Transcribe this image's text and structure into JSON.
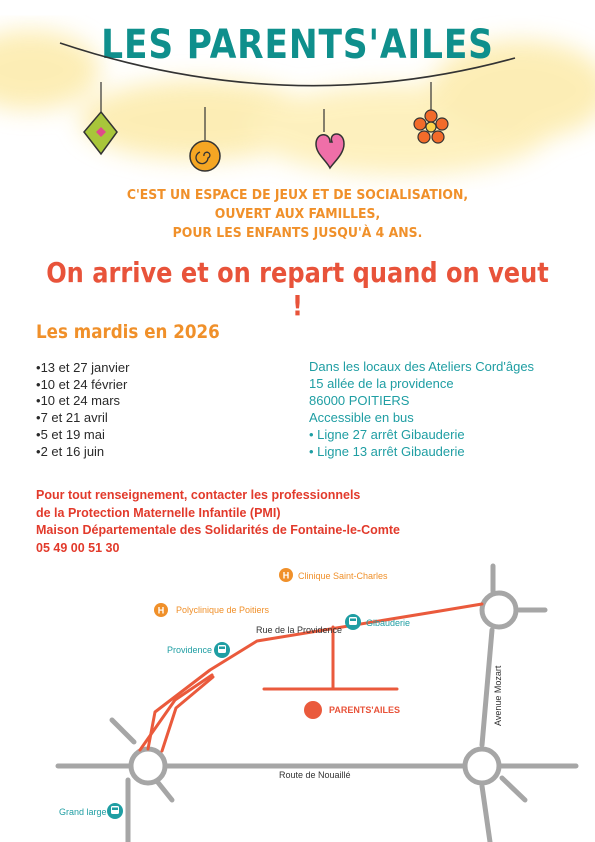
{
  "title": "LES PARENTS'AILES",
  "intro": {
    "line1": "C'EST UN ESPACE DE JEUX ET DE SOCIALISATION,",
    "line2": "OUVERT AUX FAMILLES,",
    "line3": "POUR LES ENFANTS JUSQU'À 4 ANS."
  },
  "headline": "On arrive et on repart quand on veut !",
  "schedule": {
    "heading": "Les mardis en 2026",
    "dates": [
      "13 et 27 janvier",
      "10 et 24 février",
      "10 et 24 mars",
      "7 et 21 avril",
      "5 et 19 mai",
      "2 et 16 juin"
    ]
  },
  "location": {
    "line1": "Dans les locaux des Ateliers Cord'âges",
    "line2": "15 allée de la providence",
    "line3": "86000 POITIERS",
    "line4": "Accessible en bus",
    "bus1": "• Ligne 27 arrêt Gibauderie",
    "bus2": "• Ligne 13 arrêt Gibauderie"
  },
  "contact": {
    "line1": "Pour tout renseignement, contacter les professionnels",
    "line2": "de la Protection Maternelle Infantile (PMI)",
    "line3": "Maison Départementale des Solidarités de Fontaine-le-Comte",
    "phone": "05 49 00 51 30"
  },
  "map": {
    "clinique": "Clinique Saint-Charles",
    "polyclinique": "Polyclinique de Poitiers",
    "rue_providence": "Rue de la Providence",
    "gibauderie": "Gibauderie",
    "providence": "Providence",
    "avenue_mozart": "Avenue Mozart",
    "parentsailes": "PARENTS'AILES",
    "route_nouaille": "Route de Nouaillé",
    "grand_large": "Grand large",
    "hospital_letter": "H"
  },
  "colors": {
    "teal": "#0f8f8c",
    "orange": "#f0902a",
    "red": "#e8533a",
    "contact_red": "#e23a2b",
    "road_grey": "#a6a6a6"
  }
}
